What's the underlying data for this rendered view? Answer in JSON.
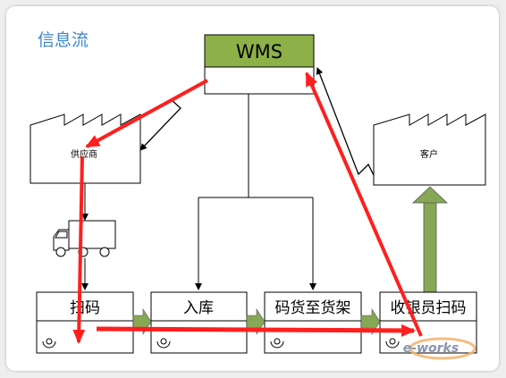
{
  "title": "信息流",
  "wms_label": "WMS",
  "supplier_label": "供应商",
  "customer_label": "客户",
  "steps": [
    "扫码",
    "入库",
    "码货至货架",
    "收银员扫码"
  ],
  "watermark": "e-works",
  "colors": {
    "title": "#3a87c8",
    "wms_fill": "#8db048",
    "green_arrow": "#86a855",
    "red_arrow": "#ff1f1f",
    "stroke": "#000000"
  }
}
